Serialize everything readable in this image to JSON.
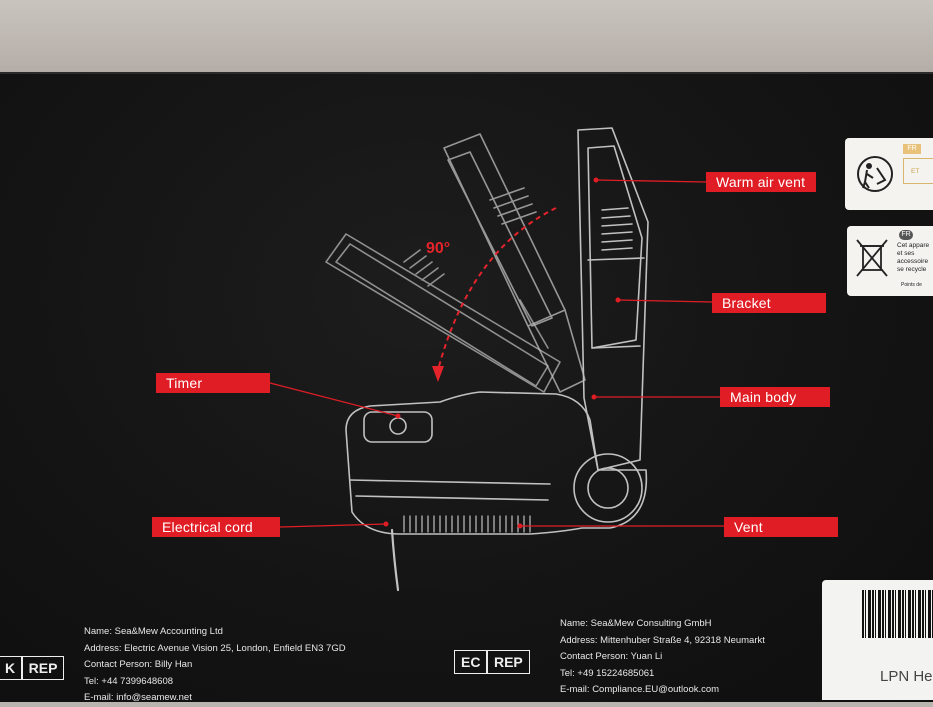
{
  "diagram": {
    "angle_label": "90°",
    "callouts": {
      "warm_air_vent": "Warm air vent",
      "bracket": "Bracket",
      "timer": "Timer",
      "main_body": "Main body",
      "electrical_cord": "Electrical cord",
      "vent": "Vent"
    },
    "accent_color": "#e01d25"
  },
  "stickers": {
    "top_badge": "FR",
    "top_text": "ET",
    "bottom_badge": "FR",
    "bottom_lines": [
      "Cet appare",
      "et ses",
      "accessoire",
      "se recycle"
    ],
    "bottom_footer": "Points de"
  },
  "uk_rep": {
    "badge_left": "K",
    "badge_right": "REP",
    "lines": [
      "Name: Sea&Mew Accounting Ltd",
      "Address: Electric Avenue Vision 25, London, Enfield EN3 7GD",
      "Contact Person: Billy Han",
      "Tel: +44 7399648608",
      "E-mail: info@seamew.net"
    ]
  },
  "ec_rep": {
    "badge_left": "EC",
    "badge_right": "REP",
    "lines": [
      "Name: Sea&Mew Consulting GmbH",
      "Address: Mittenhuber Straße 4, 92318 Neumarkt",
      "Contact Person: Yuan Li",
      "Tel: +49 15224685061",
      "E-mail: Compliance.EU@outlook.com"
    ]
  },
  "label": {
    "lpn": "LPN He"
  }
}
